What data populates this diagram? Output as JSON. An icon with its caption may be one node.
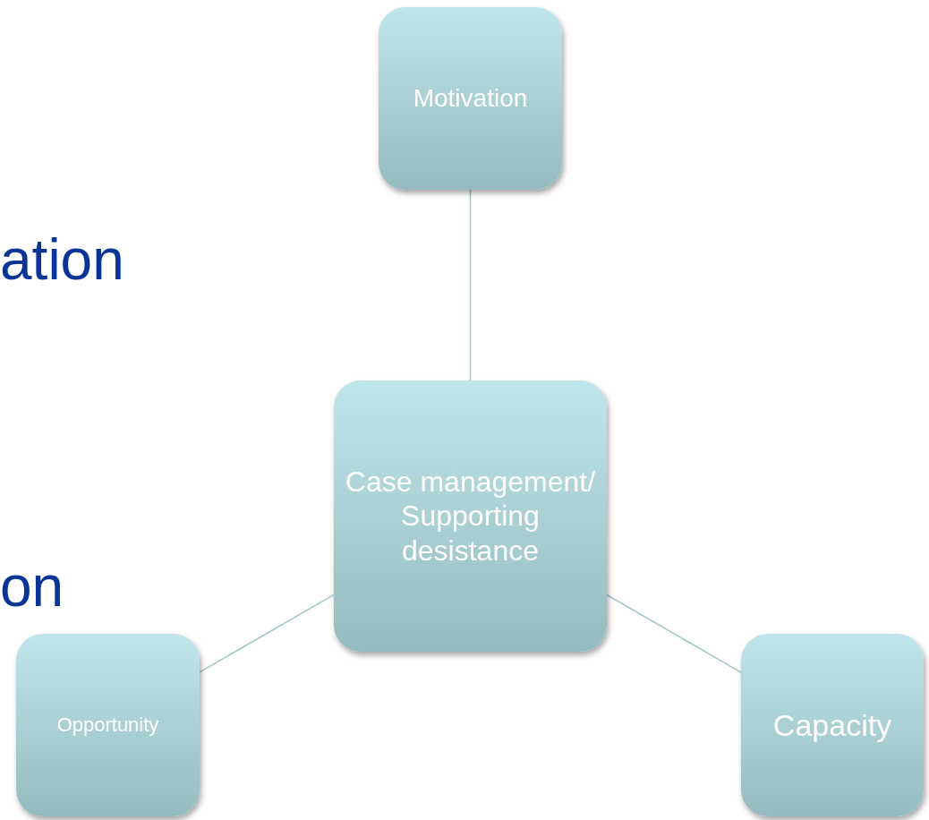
{
  "diagram": {
    "nodes": [
      {
        "text": [
          "Motivation"
        ]
      },
      {
        "text": [
          "Case management/ Supporting desistance"
        ]
      },
      {
        "text": [
          "Opportunity"
        ]
      },
      {
        "text": [
          "Capacity"
        ]
      }
    ],
    "edges": [
      {
        "from": 1,
        "to": 0,
        "arrow": "none"
      },
      {
        "from": 1,
        "to": 2,
        "arrow": "none"
      },
      {
        "from": 1,
        "to": 3,
        "arrow": "none"
      }
    ],
    "labels": [
      "ation",
      "on"
    ]
  }
}
